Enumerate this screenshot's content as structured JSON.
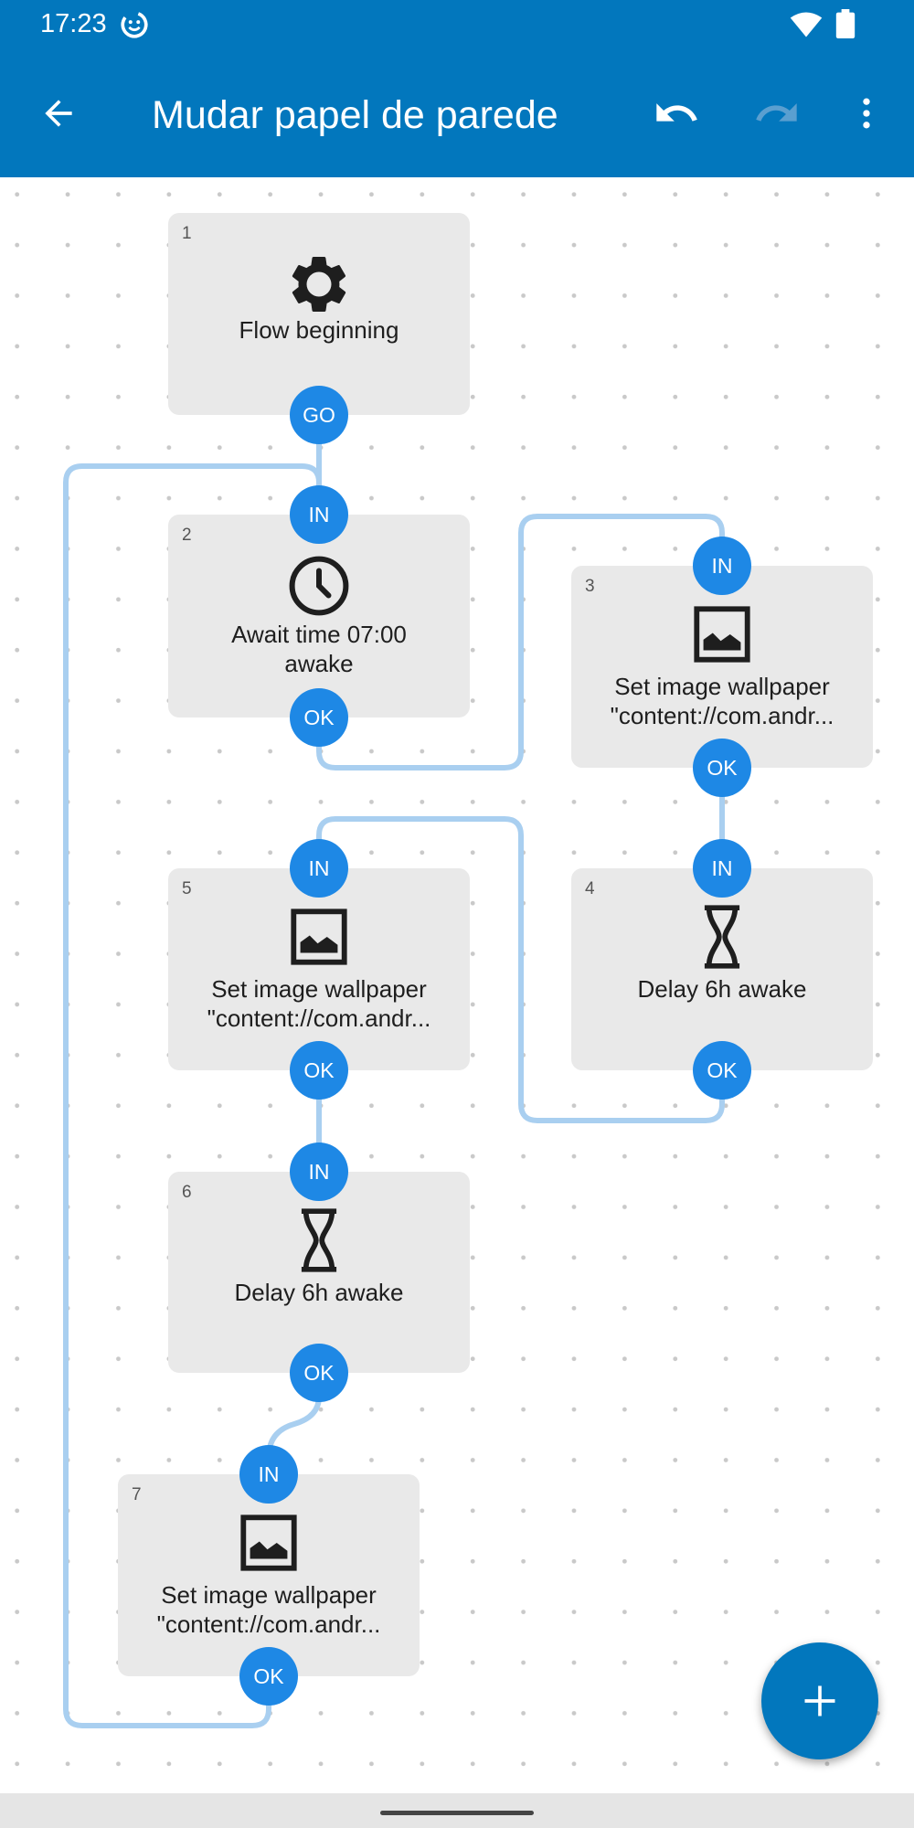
{
  "status_bar": {
    "time": "17:23"
  },
  "app_bar": {
    "title": "Mudar papel de parede",
    "icons": [
      "back-arrow-icon",
      "undo-icon",
      "redo-icon",
      "more-vert-icon"
    ]
  },
  "flow": {
    "nodes": [
      {
        "id": "1",
        "number": "1",
        "icon": "gear-icon",
        "lines": [
          "Flow beginning"
        ]
      },
      {
        "id": "2",
        "number": "2",
        "icon": "clock-icon",
        "lines": [
          "Await time 07:00",
          "awake"
        ]
      },
      {
        "id": "3",
        "number": "3",
        "icon": "image-icon",
        "lines": [
          "Set image wallpaper",
          "\"content://com.andr..."
        ]
      },
      {
        "id": "4",
        "number": "4",
        "icon": "hourglass-icon",
        "lines": [
          "Delay 6h awake"
        ]
      },
      {
        "id": "5",
        "number": "5",
        "icon": "image-icon",
        "lines": [
          "Set image wallpaper",
          "\"content://com.andr..."
        ]
      },
      {
        "id": "6",
        "number": "6",
        "icon": "hourglass-icon",
        "lines": [
          "Delay 6h awake"
        ]
      },
      {
        "id": "7",
        "number": "7",
        "icon": "image-icon",
        "lines": [
          "Set image wallpaper",
          "\"content://com.andr..."
        ]
      }
    ],
    "ports": {
      "n1_out": "GO",
      "n2_in": "IN",
      "n2_out": "OK",
      "n3_in": "IN",
      "n3_out": "OK",
      "n4_in": "IN",
      "n4_out": "OK",
      "n5_in": "IN",
      "n5_out": "OK",
      "n6_in": "IN",
      "n6_out": "OK",
      "n7_in": "IN",
      "n7_out": "OK"
    }
  },
  "fab": {
    "icon": "plus-icon"
  },
  "colors": {
    "primary": "#0277bd",
    "port": "#1e88e5",
    "wire": "#a9cff0",
    "node_bg": "#e9e9e9",
    "redo_disabled": "#5a9fd0"
  }
}
